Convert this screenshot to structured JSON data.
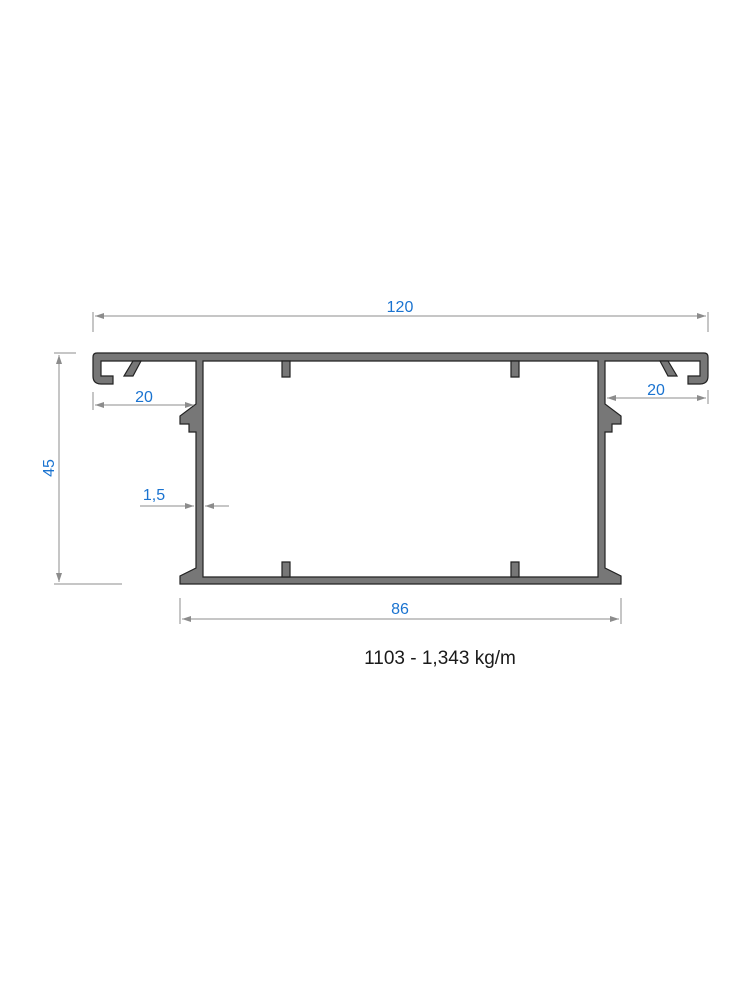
{
  "dimensions": {
    "overall_width": "120",
    "left_flange": "20",
    "right_flange": "20",
    "height": "45",
    "wall_thickness": "1,5",
    "inner_width": "86"
  },
  "caption": "1103 - 1,343 kg/m",
  "colors": {
    "profile_fill": "#777777",
    "profile_stroke": "#222222",
    "dimension_line": "#8c8c8c",
    "dimension_text": "#1a73d0"
  }
}
